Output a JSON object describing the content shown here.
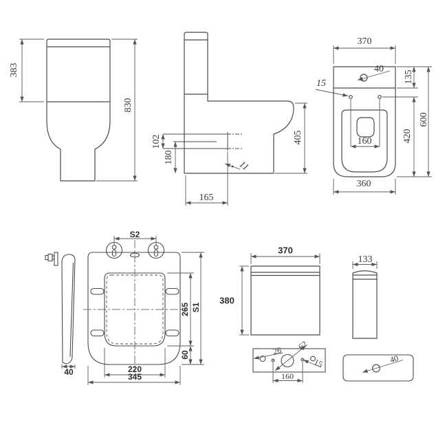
{
  "drawing": {
    "title": "close-coupled toilet dimensional drawing",
    "views": {
      "toilet_front": {
        "cistern_height": "383",
        "overall_height": "830"
      },
      "toilet_side": {
        "outlet_spacing": "102",
        "outlet_height": "180",
        "bowl_height": "405",
        "outlet_setout": "165",
        "note": "11"
      },
      "toilet_plan": {
        "cistern_width": "370",
        "button_hole_dia": "40",
        "seat_hole_dia": "15",
        "cistern_depth": "135",
        "overall_depth": "600",
        "pan_depth": "420",
        "seat_hole_spacing": "160",
        "pan_width": "360"
      },
      "seat_side": {
        "thickness": "40"
      },
      "seat_plan": {
        "hinge_spacing": "S2",
        "overall_length": "S1",
        "opening_length": "265",
        "hinge_zone": "60",
        "opening_width": "220",
        "overall_width": "345"
      },
      "cistern_front": {
        "width": "370",
        "height": "380"
      },
      "cistern_side": {
        "depth": "133"
      },
      "cistern_base_detail": {
        "small_hole_dia": "26",
        "inlet_hole_dia": "62",
        "fixing_hole_dia": "15",
        "fixing_hole_spacing": "160"
      },
      "cistern_lid_detail": {
        "button_hole_dia": "40"
      }
    }
  }
}
